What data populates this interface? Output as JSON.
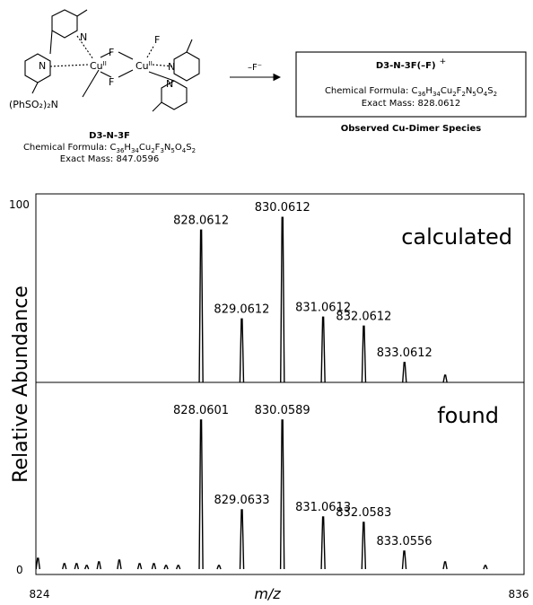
{
  "scheme": {
    "reactant": {
      "name": "D3-N-3F",
      "formula_prefix": "Chemical Formula: ",
      "formula": [
        [
          "C",
          "36"
        ],
        [
          "H",
          "34"
        ],
        [
          "Cu",
          "2"
        ],
        [
          "F",
          "3"
        ],
        [
          "N",
          "5"
        ],
        [
          "O",
          "4"
        ],
        [
          "S",
          "2"
        ]
      ],
      "mass": "Exact Mass: 847.0596",
      "atoms": {
        "cu": "Cu",
        "ox": "II",
        "f": "F",
        "n": "N",
        "sulfonyl": "(PhSO₂)₂N"
      }
    },
    "arrow_label": "–F⁻",
    "product": {
      "name": "D3-N-3F(–F)",
      "charge": "+",
      "formula_prefix": "Chemical Formula: ",
      "formula": [
        [
          "C",
          "36"
        ],
        [
          "H",
          "34"
        ],
        [
          "Cu",
          "2"
        ],
        [
          "F",
          "2"
        ],
        [
          "N",
          "5"
        ],
        [
          "O",
          "4"
        ],
        [
          "S",
          "2"
        ]
      ],
      "mass": "Exact Mass: 828.0612",
      "caption": "Observed Cu-Dimer Species"
    }
  },
  "chart_data": {
    "type": "line",
    "xlabel": "m/z",
    "ylabel": "Relative Abundance",
    "xlim": [
      824,
      836
    ],
    "ylim": [
      0,
      100
    ],
    "x_ticks": [
      "824",
      "836"
    ],
    "y_ticks": [
      "100",
      "0"
    ],
    "panels": [
      {
        "label": "calculated",
        "peaks": [
          {
            "x": 828.0612,
            "y": 84,
            "label": "828.0612"
          },
          {
            "x": 829.0612,
            "y": 35,
            "label": "829.0612"
          },
          {
            "x": 830.0612,
            "y": 91,
            "label": "830.0612"
          },
          {
            "x": 831.0612,
            "y": 36,
            "label": "831.0612"
          },
          {
            "x": 832.0612,
            "y": 31,
            "label": "832.0612"
          },
          {
            "x": 833.0612,
            "y": 11,
            "label": "833.0612"
          },
          {
            "x": 834.0612,
            "y": 4,
            "label": ""
          }
        ]
      },
      {
        "label": "found",
        "peaks": [
          {
            "x": 828.0601,
            "y": 83,
            "label": "828.0601"
          },
          {
            "x": 829.0633,
            "y": 33,
            "label": "829.0633"
          },
          {
            "x": 830.0589,
            "y": 83,
            "label": "830.0589"
          },
          {
            "x": 831.0613,
            "y": 29,
            "label": "831.0613"
          },
          {
            "x": 832.0583,
            "y": 26,
            "label": "832.0583"
          },
          {
            "x": 833.0556,
            "y": 10,
            "label": "833.0556"
          },
          {
            "x": 834.06,
            "y": 4,
            "label": ""
          },
          {
            "x": 835.05,
            "y": 2,
            "label": ""
          },
          {
            "x": 824.05,
            "y": 6,
            "label": ""
          },
          {
            "x": 824.7,
            "y": 3,
            "label": ""
          },
          {
            "x": 825.0,
            "y": 3,
            "label": ""
          },
          {
            "x": 825.25,
            "y": 2,
            "label": ""
          },
          {
            "x": 825.55,
            "y": 4,
            "label": ""
          },
          {
            "x": 826.05,
            "y": 5,
            "label": ""
          },
          {
            "x": 826.55,
            "y": 3,
            "label": ""
          },
          {
            "x": 826.9,
            "y": 3,
            "label": ""
          },
          {
            "x": 827.2,
            "y": 2,
            "label": ""
          },
          {
            "x": 827.5,
            "y": 2,
            "label": ""
          },
          {
            "x": 828.5,
            "y": 2,
            "label": ""
          }
        ]
      }
    ]
  }
}
